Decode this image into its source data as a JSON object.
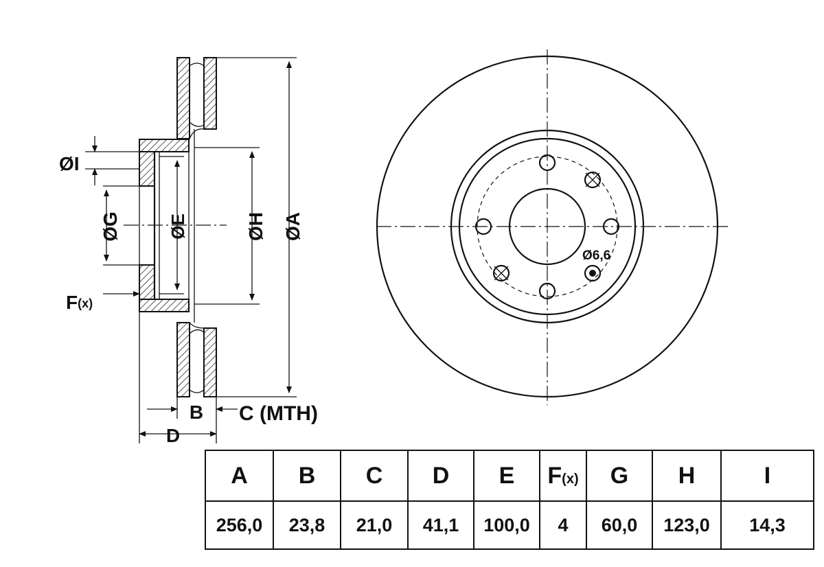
{
  "drawing": {
    "labels": {
      "dia_i": "ØI",
      "dia_g": "ØG",
      "dia_e": "ØE",
      "dia_h": "ØH",
      "dia_a": "ØA",
      "f_main": "F",
      "f_sub": "(x)",
      "b": "B",
      "c": "C (MTH)",
      "d": "D",
      "bolt_hole": "Ø6,6"
    }
  },
  "table": {
    "headers": [
      "A",
      "B",
      "C",
      "D",
      "E",
      "F",
      "G",
      "H",
      "I"
    ],
    "header_f_sub": "(x)",
    "values": [
      "256,0",
      "23,8",
      "21,0",
      "41,1",
      "100,0",
      "4",
      "60,0",
      "123,0",
      "14,3"
    ]
  }
}
